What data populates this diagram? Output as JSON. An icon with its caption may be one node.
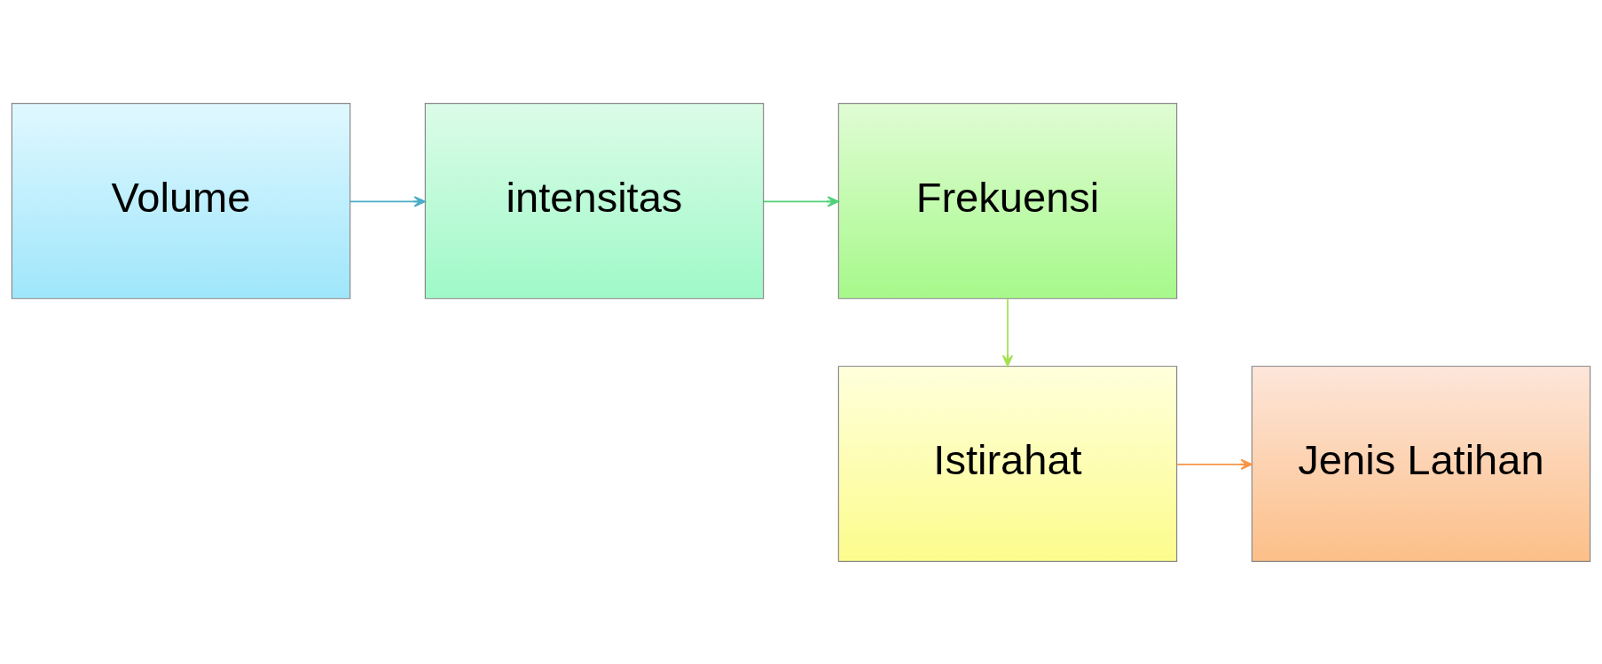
{
  "diagram": {
    "nodes": [
      {
        "text": [
          "Volume"
        ]
      },
      {
        "text": [
          "intensitas"
        ]
      },
      {
        "text": [
          "Frekuensi"
        ]
      },
      {
        "text": [
          "Istirahat"
        ]
      },
      {
        "text": [
          "Jenis Latihan"
        ]
      }
    ],
    "edges": [
      {
        "from": 0,
        "to": 1,
        "arrow": "to",
        "color": "#4bacc6"
      },
      {
        "from": 1,
        "to": 2,
        "arrow": "to",
        "color": "#4fd17a"
      },
      {
        "from": 2,
        "to": 3,
        "arrow": "to",
        "color": "#a6e04f"
      },
      {
        "from": 3,
        "to": 4,
        "arrow": "to",
        "color": "#f79646"
      }
    ]
  }
}
